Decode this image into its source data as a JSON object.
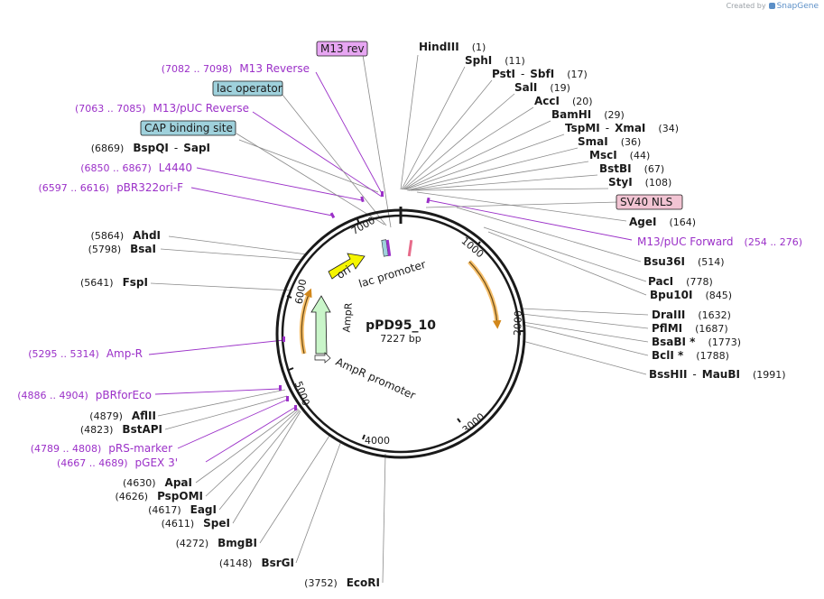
{
  "credit": {
    "prefix": "Created by",
    "brand": "SnapGene"
  },
  "plasmid": {
    "name": "pPD95_10",
    "length_label": "7227 bp",
    "length_bp": 7227
  },
  "ticks": [
    "1000",
    "2000",
    "3000",
    "4000",
    "5000",
    "6000",
    "7000"
  ],
  "features_inner": {
    "ori": "ori",
    "ampr": "AmpR",
    "lac_promoter": "lac promoter",
    "ampr_promoter": "AmpR promoter"
  },
  "enzymes_right": [
    {
      "name": "HindIII",
      "pos": "(1)"
    },
    {
      "name": "SphI",
      "pos": "(11)"
    },
    {
      "name": "PstI",
      "name2": "SbfI",
      "pos": "(17)"
    },
    {
      "name": "SalI",
      "pos": "(19)"
    },
    {
      "name": "AccI",
      "pos": "(20)"
    },
    {
      "name": "BamHI",
      "pos": "(29)"
    },
    {
      "name": "TspMI",
      "name2": "XmaI",
      "pos": "(34)"
    },
    {
      "name": "SmaI",
      "pos": "(36)"
    },
    {
      "name": "MscI",
      "pos": "(44)"
    },
    {
      "name": "BstBI",
      "pos": "(67)"
    },
    {
      "name": "StyI",
      "pos": "(108)"
    },
    {
      "name": "AgeI",
      "pos": "(164)"
    },
    {
      "name": "Bsu36I",
      "pos": "(514)"
    },
    {
      "name": "PacI",
      "pos": "(778)"
    },
    {
      "name": "Bpu10I",
      "pos": "(845)"
    },
    {
      "name": "DraIII",
      "pos": "(1632)"
    },
    {
      "name": "PflMI",
      "pos": "(1687)"
    },
    {
      "name": "BsaBI *",
      "pos": "(1773)"
    },
    {
      "name": "BclI *",
      "pos": "(1788)"
    },
    {
      "name": "BssHII",
      "name2": "MauBI",
      "pos": "(1991)"
    }
  ],
  "enzymes_left": [
    {
      "name": "BspQI",
      "name2": "SapI",
      "pos": "(6869)"
    },
    {
      "name": "AhdI",
      "pos": "(5864)"
    },
    {
      "name": "BsaI",
      "pos": "(5798)"
    },
    {
      "name": "FspI",
      "pos": "(5641)"
    },
    {
      "name": "AflII",
      "pos": "(4879)"
    },
    {
      "name": "BstAPI",
      "pos": "(4823)"
    },
    {
      "name": "ApaI",
      "pos": "(4630)"
    },
    {
      "name": "PspOMI",
      "pos": "(4626)"
    },
    {
      "name": "EagI",
      "pos": "(4617)"
    },
    {
      "name": "SpeI",
      "pos": "(4611)"
    },
    {
      "name": "BmgBI",
      "pos": "(4272)"
    },
    {
      "name": "BsrGI",
      "pos": "(4148)"
    },
    {
      "name": "EcoRI",
      "pos": "(3752)"
    }
  ],
  "primers": [
    {
      "name": "M13 Reverse",
      "range": "(7082 .. 7098)"
    },
    {
      "name": "M13/pUC Reverse",
      "range": "(7063 .. 7085)"
    },
    {
      "name": "L4440",
      "range": "(6850 .. 6867)"
    },
    {
      "name": "pBR322ori-F",
      "range": "(6597 .. 6616)"
    },
    {
      "name": "Amp-R",
      "range": "(5295 .. 5314)"
    },
    {
      "name": "pBRforEco",
      "range": "(4886 .. 4904)"
    },
    {
      "name": "pRS-marker",
      "range": "(4789 .. 4808)"
    },
    {
      "name": "pGEX 3'",
      "range": "(4667 .. 4689)"
    },
    {
      "name": "M13/pUC Forward",
      "range": "(254 .. 276)"
    }
  ],
  "boxed_features": {
    "m13rev": "M13 rev",
    "lac_operator": "lac operator",
    "cap": "CAP binding site",
    "sv40": "SV40 NLS"
  },
  "colors": {
    "backbone": "#1a1a1a",
    "primer": "#9b30c8",
    "enzyme_line": "#8a8a8a",
    "ori": "#f5f500",
    "ampr": "#c9f5c9",
    "orf": "#f3a93a",
    "box_purple": "#e7a6f2",
    "box_blue": "#9fd1dc",
    "box_pink": "#f2c4d3"
  }
}
